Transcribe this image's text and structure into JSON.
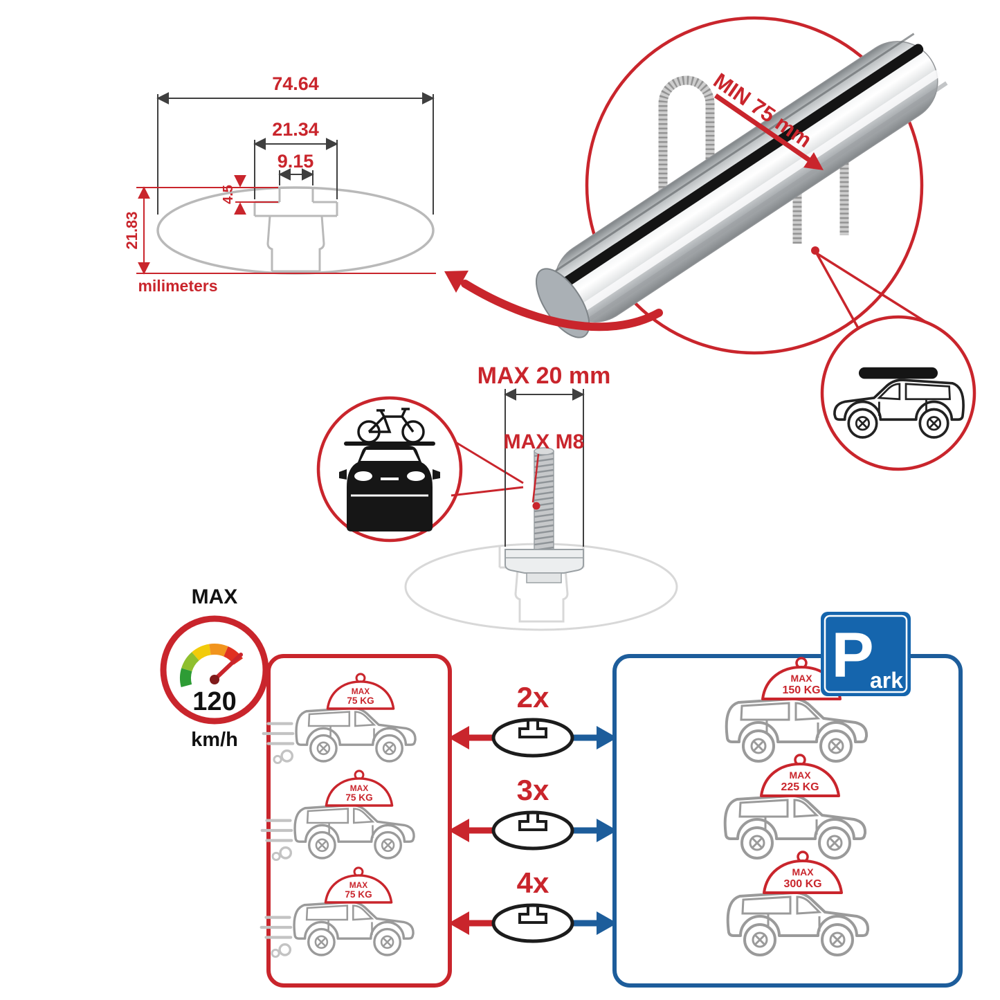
{
  "colors": {
    "red": "#c9252c",
    "blue": "#1d5d9b",
    "outline_gray": "#9a9a9a",
    "black": "#1a1a1a"
  },
  "cross_section_drawing": {
    "dim_total_width": "74.64",
    "dim_channel_width": "21.34",
    "dim_slot_width": "9.15",
    "dim_slot_depth": "4.5",
    "dim_total_height": "21.83",
    "units_label": "milimeters"
  },
  "bar_detail": {
    "min_spacing_label": "MIN 75 mm"
  },
  "bolt_detail": {
    "max_width_label": "MAX 20 mm",
    "max_thread_label": "MAX M8"
  },
  "speed_limit": {
    "title": "MAX",
    "value": "120",
    "unit": "km/h"
  },
  "driving_panel": {
    "cars": [
      {
        "load_title": "MAX",
        "load_value": "75 KG"
      },
      {
        "load_title": "MAX",
        "load_value": "75 KG"
      },
      {
        "load_title": "MAX",
        "load_value": "75 KG"
      }
    ]
  },
  "quantity_rows": [
    {
      "count": "2x"
    },
    {
      "count": "3x"
    },
    {
      "count": "4x"
    }
  ],
  "parked_panel": {
    "cars": [
      {
        "load_title": "MAX",
        "load_value": "150 KG"
      },
      {
        "load_title": "MAX",
        "load_value": "225 KG"
      },
      {
        "load_title": "MAX",
        "load_value": "300 KG"
      }
    ]
  },
  "park_sign": {
    "letter": "P",
    "suffix": "ark"
  }
}
